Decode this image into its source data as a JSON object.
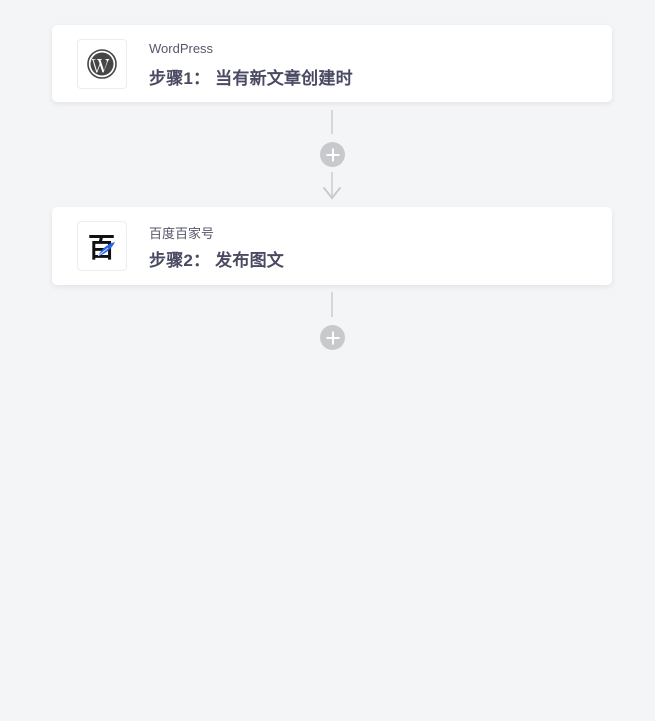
{
  "workflow": {
    "steps": [
      {
        "app_name": "WordPress",
        "title": "步骤1： 当有新文章创建时",
        "icon": "wordpress-icon"
      },
      {
        "app_name": "百度百家号",
        "title": "步骤2： 发布图文",
        "icon": "baijiahao-icon"
      }
    ],
    "connectors": [
      {
        "type": "add-step",
        "icon": "plus-icon",
        "has_arrow": true
      },
      {
        "type": "add-step",
        "icon": "plus-icon",
        "has_arrow": false
      }
    ]
  },
  "colors": {
    "background": "#f4f5f7",
    "card": "#ffffff",
    "title_text": "#4a4b63",
    "app_text": "#55566a",
    "connector": "#d4d6da",
    "add_button": "#c8c9cc",
    "baijiahao_accent": "#2b63e8"
  }
}
